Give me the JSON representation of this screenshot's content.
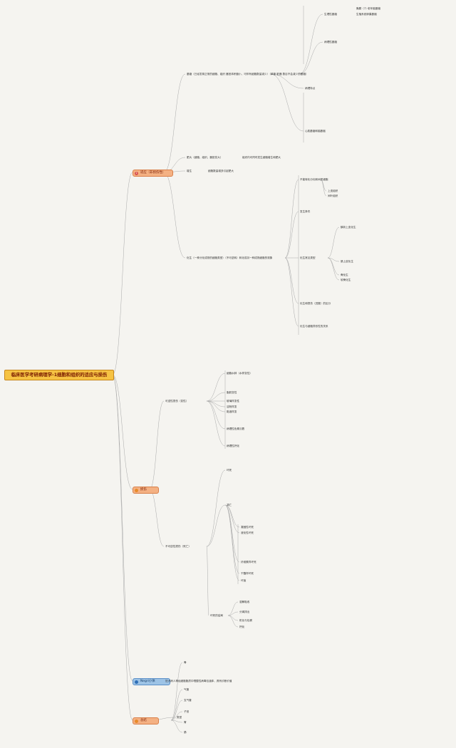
{
  "root": "临床医学考研病理学-1细胞和组织的适应与损伤",
  "categories": [
    {
      "icon": "1",
      "label": "适应（非损伤性）"
    },
    {
      "icon": "",
      "label": "损伤"
    },
    {
      "icon": "",
      "label": "Negri小体"
    },
    {
      "icon": "",
      "label": "总结"
    }
  ],
  "nodes": [
    "萎缩（已经发育正常的细胞、组织 器官体积缩小，可伴有细胞数量减少）（单管 脏器 数目不会减少的萎缩）",
    "肥大（细胞、组织、器官变大）",
    "增生",
    "细胞数量增多引起肥大",
    "组织内可同时发生细胞增生和肥大",
    "化生（一种分化成熟的细胞类型）（不可逆转）转化成另一种成熟细胞的现象",
    "可逆性损伤（变性）",
    "不可逆性损伤（死亡）",
    "生理性萎缩",
    "病理性萎缩",
    "胸腺（7）·老年脑萎缩",
    "生殖系统卵巢萎缩",
    "病理特点",
    "心肌萎缩和脑萎缩",
    "不能转化分化和间质细胞",
    "发生条件",
    "化生常见类型",
    "化生和损伤（进展）的区分",
    "化生与细胞异形性的关系",
    "上皮组织",
    "间叶组织",
    "鳞状上皮化生",
    "肠上皮化生",
    "骨化生",
    "软骨化生",
    "细胞水肿（水样变性）",
    "脂肪变性",
    "玻璃样变性",
    "淀粉样变",
    "黏液样变",
    "病理性色素沉着",
    "病理性钙化",
    "坏死",
    "凋亡",
    "凝固性坏死",
    "液化性坏死",
    "纤维素样坏死",
    "干酪样坏死",
    "坏疽",
    "坏死的结局",
    "溶解吸收",
    "分离排出",
    "机化与包裹",
    "钙化",
    "狂犬病人神经细胞胞质中嗜酸性病毒包涵体，具有诊断价值",
    "类型",
    "骨",
    "气管",
    "支气管",
    "子宫",
    "胃",
    "肠"
  ]
}
